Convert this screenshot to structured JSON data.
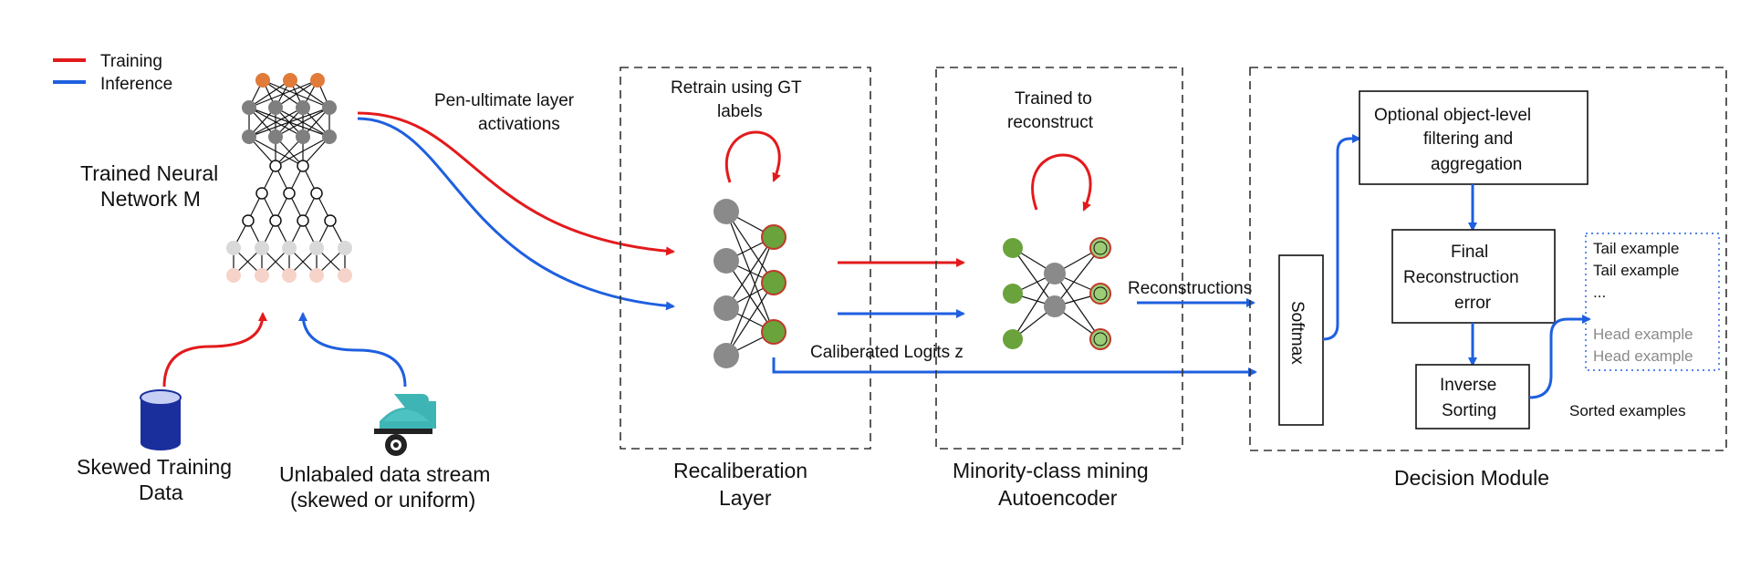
{
  "legend": {
    "training": "Training",
    "inference": "Inference"
  },
  "colors": {
    "training": "#e31a1c",
    "inference": "#1f5fe0",
    "green_node": "#6aa23b",
    "grey_node": "#7f7f7f",
    "orange_node": "#e07b39"
  },
  "network": {
    "label_line1": "Trained Neural",
    "label_line2": "Network M"
  },
  "inputs": {
    "training_data_line1": "Skewed Training",
    "training_data_line2": "Data",
    "stream_line1": "Unlabaled data stream",
    "stream_line2": "(skewed or uniform)"
  },
  "edge_labels": {
    "penultimate_line1": "Pen-ultimate layer",
    "penultimate_line2": "activations",
    "calibrated_logits": "Caliberated Logits z",
    "reconstructions": "Reconstructions"
  },
  "recalibration": {
    "note_line1": "Retrain using GT",
    "note_line2": "labels",
    "title_line1": "Recaliberation",
    "title_line2": "Layer"
  },
  "autoencoder": {
    "note_line1": "Trained to",
    "note_line2": "reconstruct",
    "title_line1": "Minority-class mining",
    "title_line2": "Autoencoder"
  },
  "decision": {
    "title": "Decision Module",
    "softmax": "Softmax",
    "filter_line1": "Optional object-level",
    "filter_line2": "filtering and",
    "filter_line3": "aggregation",
    "final_line1": "Final",
    "final_line2": "Reconstruction",
    "final_line3": "error",
    "sort_line1": "Inverse",
    "sort_line2": "Sorting",
    "sorted_label": "Sorted examples",
    "examples": {
      "tail1": "Tail example",
      "tail2": "Tail example",
      "ellipsis": "...",
      "head1": "Head example",
      "head2": "Head example"
    }
  }
}
